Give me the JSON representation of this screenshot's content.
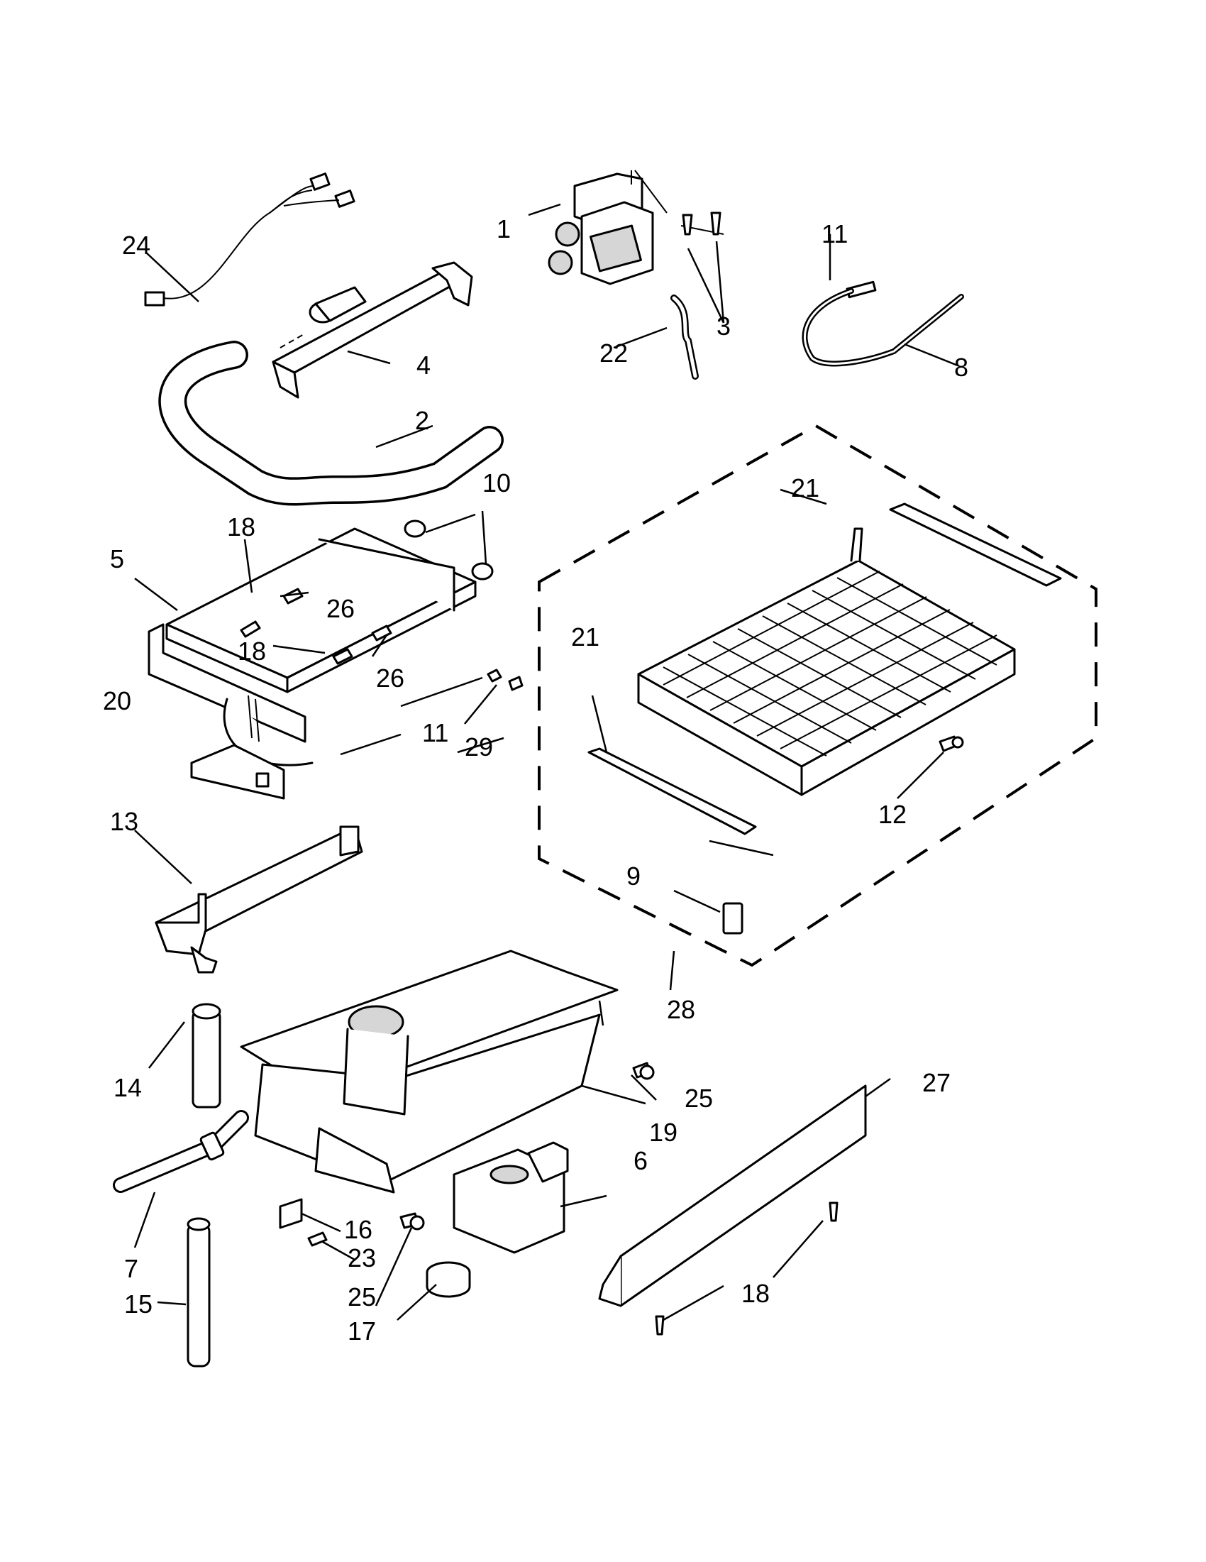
{
  "callouts": [
    {
      "id": "1",
      "label": "1"
    },
    {
      "id": "2",
      "label": "2"
    },
    {
      "id": "3",
      "label": "3"
    },
    {
      "id": "4",
      "label": "4"
    },
    {
      "id": "5",
      "label": "5"
    },
    {
      "id": "6",
      "label": "6"
    },
    {
      "id": "7",
      "label": "7"
    },
    {
      "id": "8",
      "label": "8"
    },
    {
      "id": "9",
      "label": "9"
    },
    {
      "id": "10",
      "label": "10"
    },
    {
      "id": "11a",
      "label": "11"
    },
    {
      "id": "11b",
      "label": "11"
    },
    {
      "id": "12",
      "label": "12"
    },
    {
      "id": "13",
      "label": "13"
    },
    {
      "id": "14",
      "label": "14"
    },
    {
      "id": "15",
      "label": "15"
    },
    {
      "id": "16",
      "label": "16"
    },
    {
      "id": "17",
      "label": "17"
    },
    {
      "id": "18a",
      "label": "18"
    },
    {
      "id": "18b",
      "label": "18"
    },
    {
      "id": "18c",
      "label": "18"
    },
    {
      "id": "19",
      "label": "19"
    },
    {
      "id": "20",
      "label": "20"
    },
    {
      "id": "21a",
      "label": "21"
    },
    {
      "id": "21b",
      "label": "21"
    },
    {
      "id": "22",
      "label": "22"
    },
    {
      "id": "23",
      "label": "23"
    },
    {
      "id": "24",
      "label": "24"
    },
    {
      "id": "25a",
      "label": "25"
    },
    {
      "id": "25b",
      "label": "25"
    },
    {
      "id": "26a",
      "label": "26"
    },
    {
      "id": "26b",
      "label": "26"
    },
    {
      "id": "27",
      "label": "27"
    },
    {
      "id": "28",
      "label": "28"
    },
    {
      "id": "29",
      "label": "29"
    }
  ]
}
